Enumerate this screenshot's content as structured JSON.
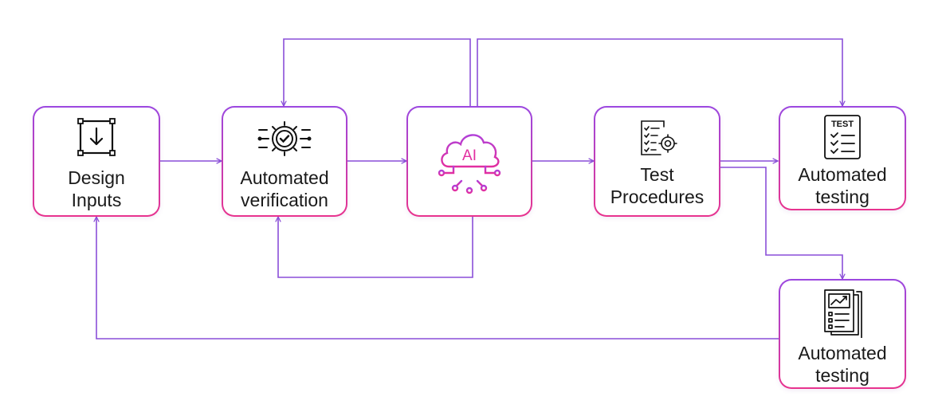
{
  "colors": {
    "connector": "#8a4fd8",
    "border_top": "#9b47e0",
    "border_bottom": "#e8338e",
    "ai_icon": "#e22fa0"
  },
  "nodes": {
    "design_inputs": {
      "line1": "Design",
      "line2": "Inputs",
      "icon": "download-frame-icon"
    },
    "automated_verification": {
      "line1": "Automated",
      "line2": "verification",
      "icon": "gear-check-icon"
    },
    "ai": {
      "icon_text": "AI",
      "icon": "ai-cloud-circuit-icon"
    },
    "test_procedures": {
      "line1": "Test",
      "line2": "Procedures",
      "icon": "checklist-gear-icon"
    },
    "automated_testing_top": {
      "line1": "Automated",
      "line2": "testing",
      "icon": "test-clipboard-icon",
      "badge": "TEST"
    },
    "automated_testing_bottom": {
      "line1": "Automated",
      "line2": "testing",
      "icon": "report-stack-icon"
    }
  }
}
